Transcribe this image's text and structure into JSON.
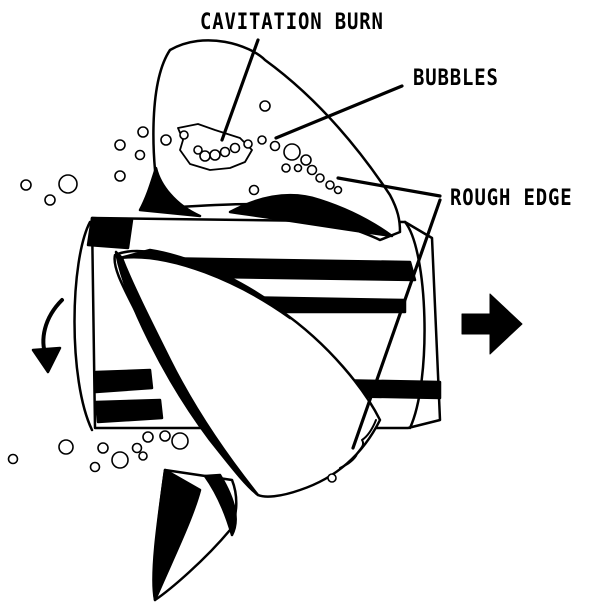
{
  "labels": {
    "cavitation_burn": "CAVITATION BURN",
    "bubbles": "BUBBLES",
    "rough_edge": "ROUGH EDGE"
  },
  "icons": {
    "rotation": "curved-arrow-down-icon",
    "direction": "right-arrow-icon"
  },
  "colors": {
    "ink": "#000000",
    "paper": "#ffffff"
  }
}
